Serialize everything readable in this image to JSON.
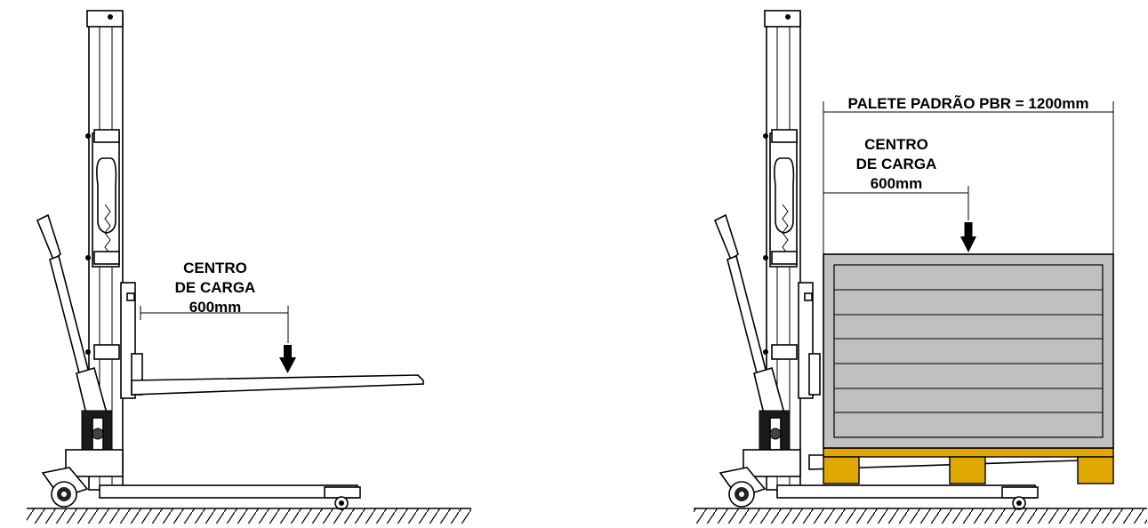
{
  "left_diagram": {
    "label_line1": "CENTRO",
    "label_line2": "DE CARGA",
    "label_line3": "600mm"
  },
  "right_diagram": {
    "pallet_label": "PALETE PADRÃO PBR = 1200mm",
    "label_line1": "CENTRO",
    "label_line2": "DE CARGA",
    "label_line3": "600mm"
  },
  "colors": {
    "load_fill": "#c0c0c0",
    "pallet_fill": "#e0a800",
    "line": "#000000",
    "background": "#ffffff"
  }
}
